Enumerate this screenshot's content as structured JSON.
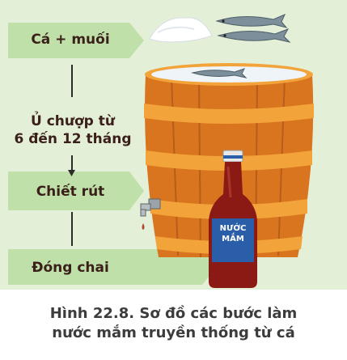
{
  "diagram": {
    "steps": [
      {
        "label_lines": [
          "Cá + muối"
        ]
      },
      {
        "label_lines": [
          "Ủ chượp từ",
          "6 đến 12 tháng"
        ]
      },
      {
        "label_lines": [
          "Chiết rút"
        ]
      },
      {
        "label_lines": [
          "Đóng chai"
        ]
      }
    ],
    "bottle_label_lines": [
      "NƯỚC",
      "MẮM"
    ],
    "colors": {
      "panel": "#e4efd8",
      "arrow": "#bfe0a8",
      "barrel_wood": "#d9741f",
      "barrel_band": "#f2a33a",
      "bottle": "#8b1a14",
      "bottle_label": "#2a5ea8"
    }
  },
  "caption": {
    "line1": "Hình 22.8. Sơ đồ các bước làm",
    "line2": "nước mắm truyền thống từ cá"
  }
}
